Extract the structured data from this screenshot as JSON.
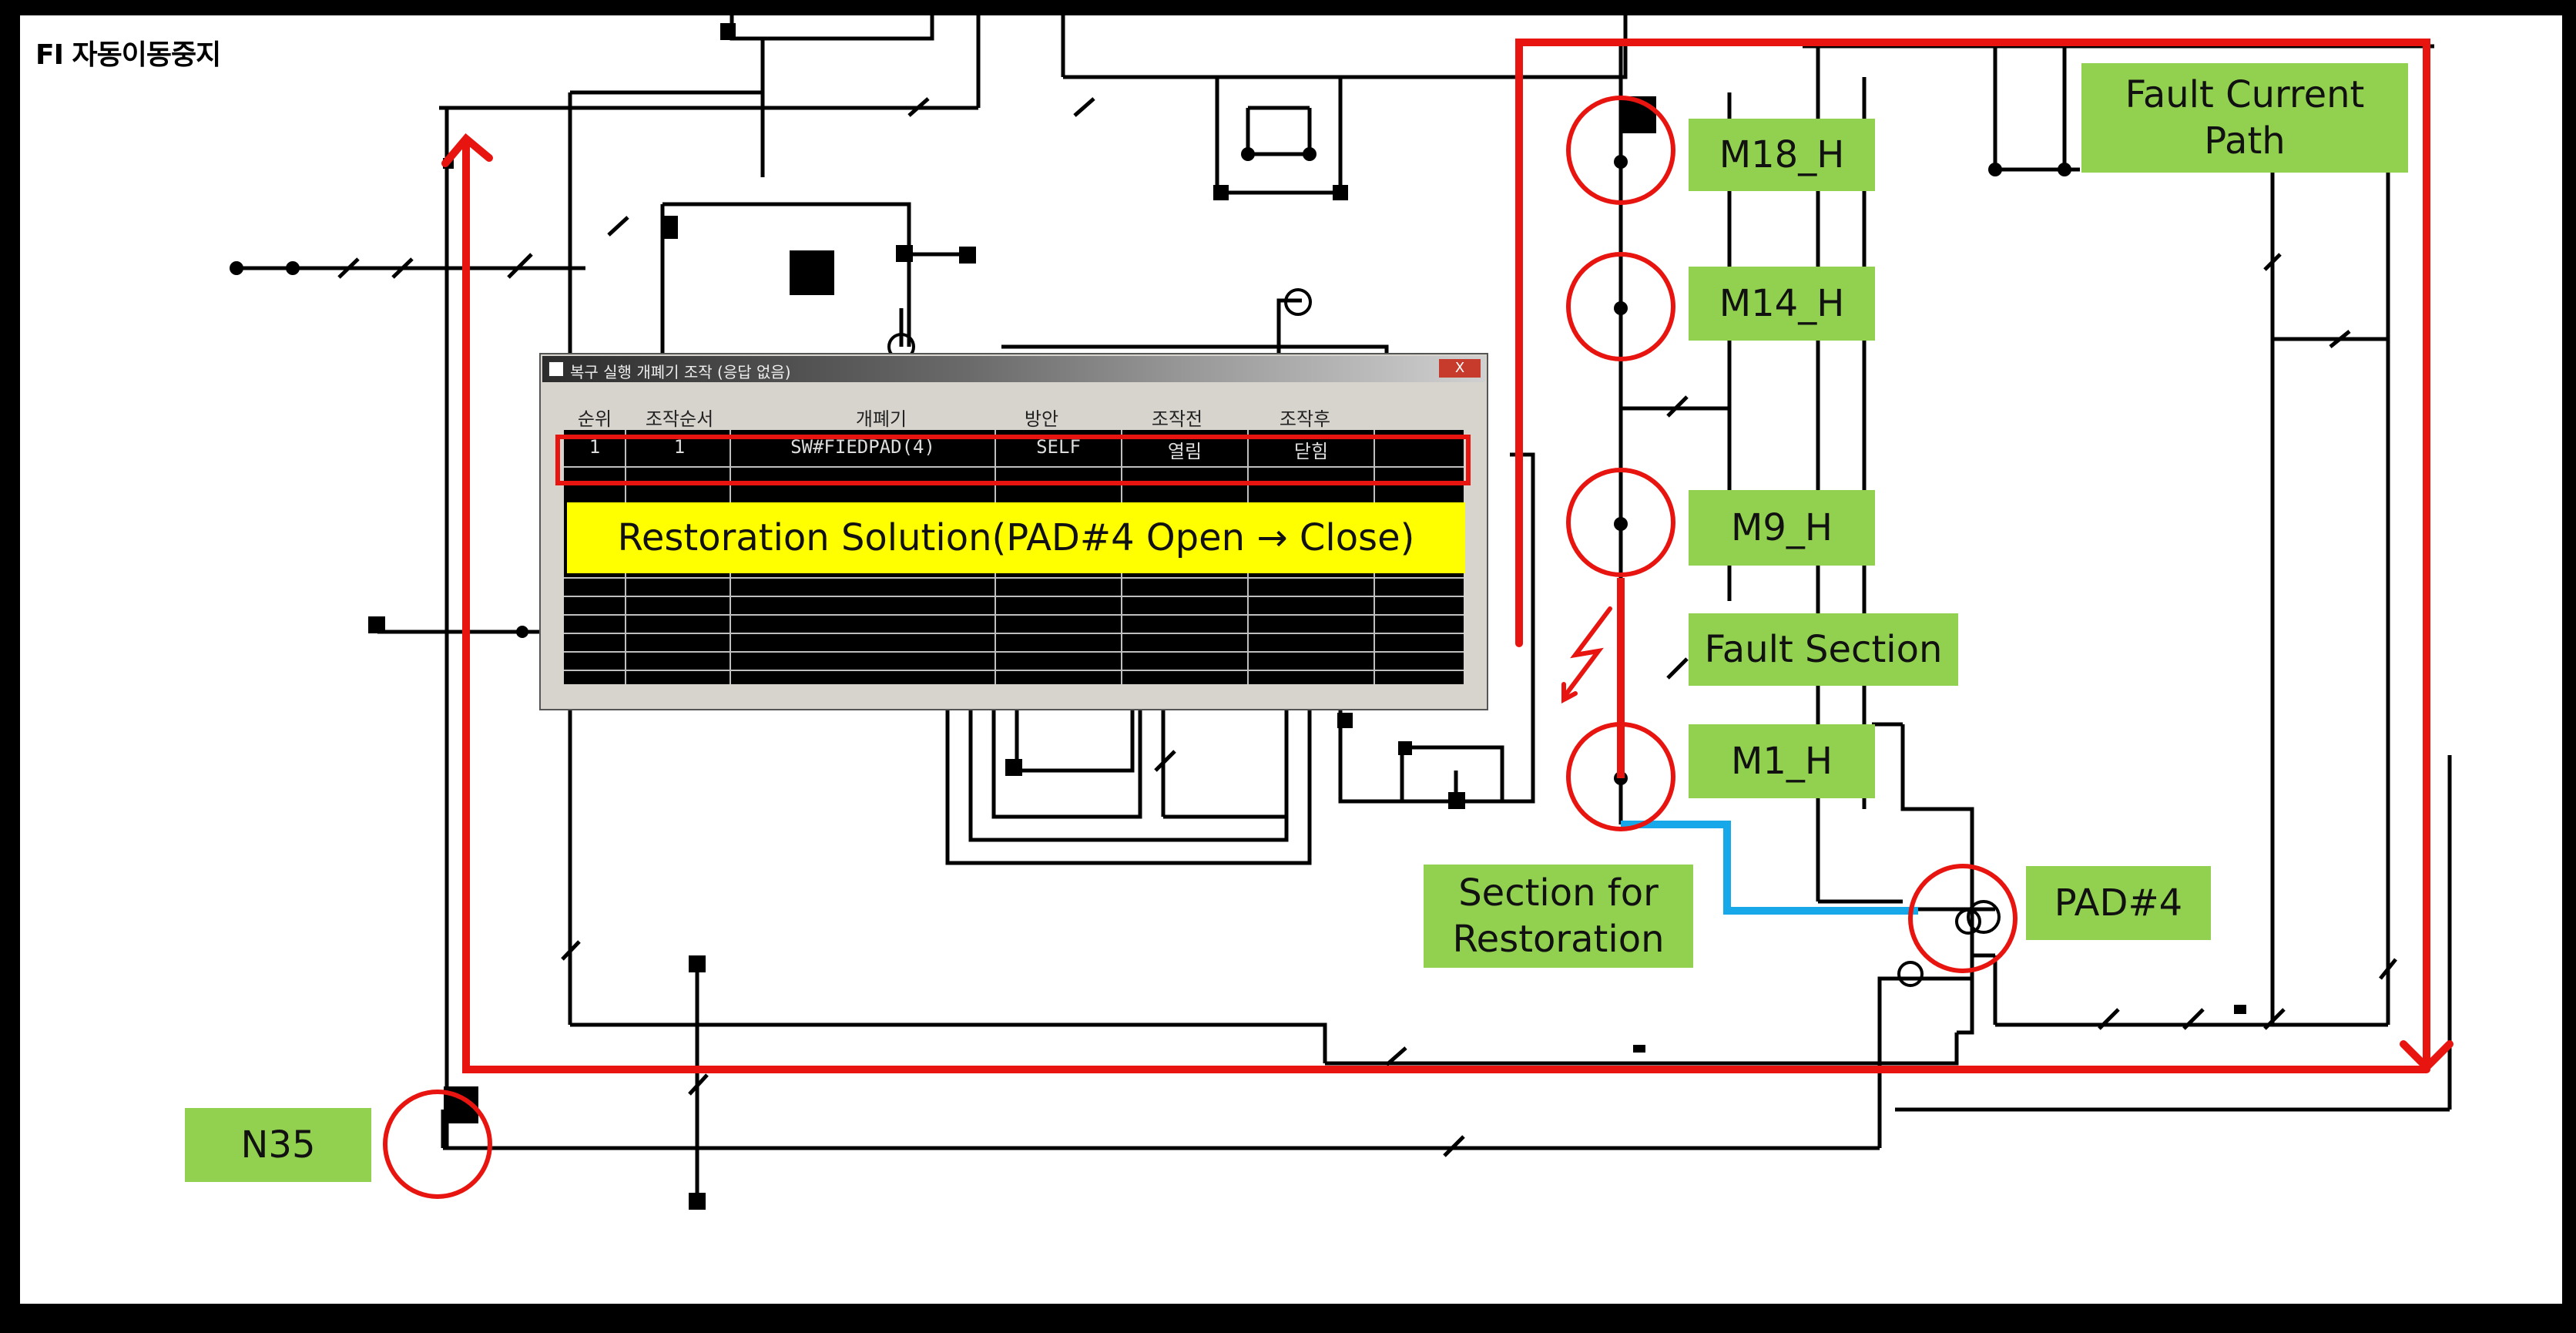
{
  "screen_title": "FI 자동이동중지",
  "labels": {
    "m18": "M18_H",
    "m14": "M14_H",
    "m9": "M9_H",
    "fault_section": "Fault Section",
    "m1": "M1_H",
    "fault_current_path": "Fault Current Path",
    "section_for_restoration": "Section for Restoration",
    "pad4": "PAD#4",
    "n35": "N35"
  },
  "dialog": {
    "title": "복구 실행 개폐기 조작 (응답 없음)",
    "close": "X",
    "columns": [
      "순위",
      "조작순서",
      "개폐기",
      "방안",
      "조작전",
      "조작후"
    ],
    "rows": [
      {
        "rank": "1",
        "order": "1",
        "switch": "SW#FIEDPAD(4)",
        "method": "SELF",
        "before": "열림",
        "after": "닫힘"
      }
    ]
  },
  "restoration_solution": "Restoration Solution(PAD#4 Open → Close)",
  "colors": {
    "highlight_red": "#e8140f",
    "restoration_blue": "#16a8e8",
    "label_green": "#92d050",
    "banner_yellow": "#ffff00"
  }
}
